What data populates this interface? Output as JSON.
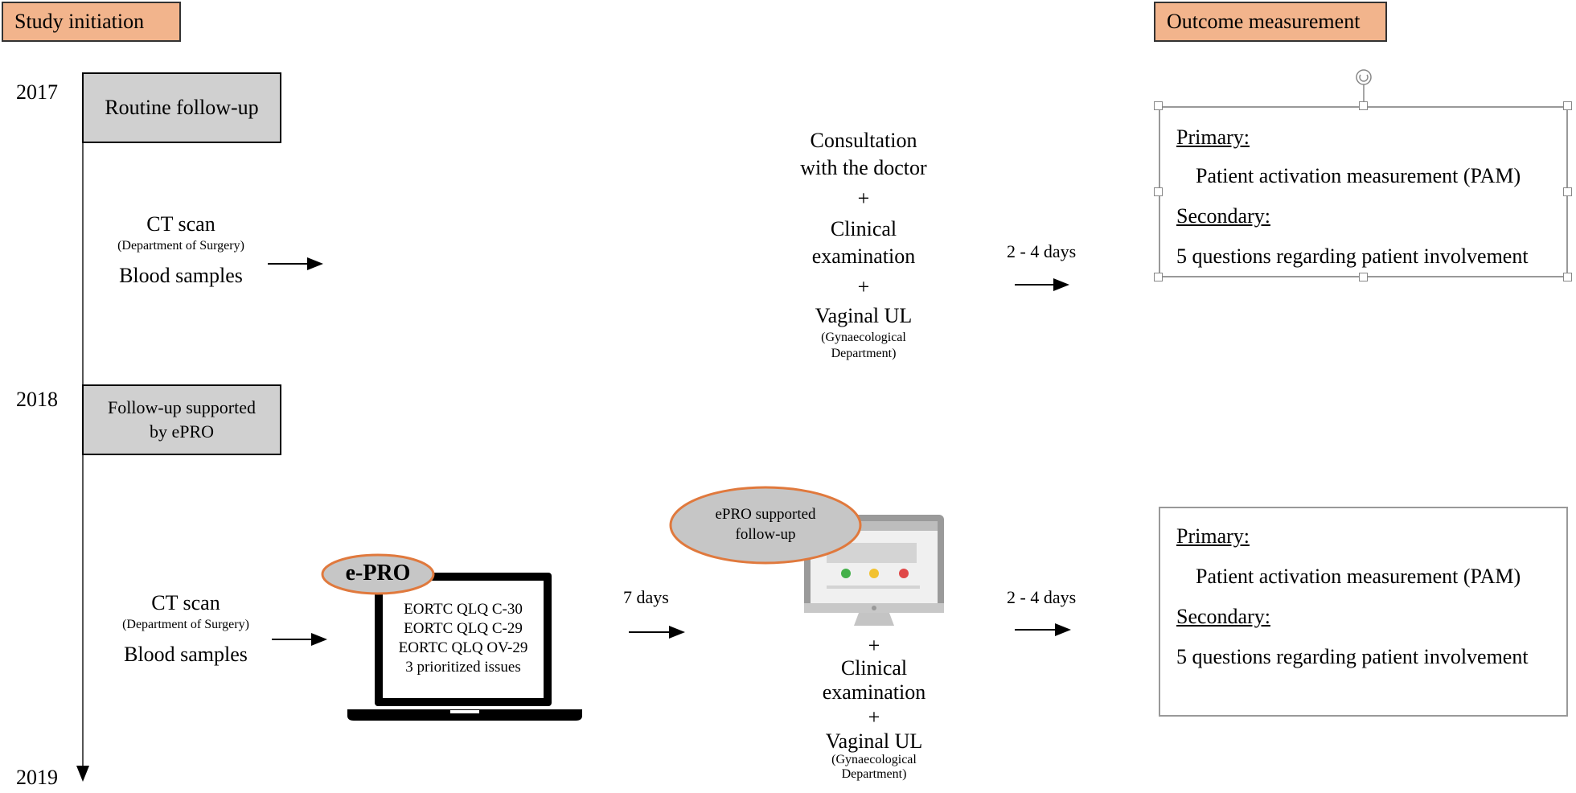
{
  "headers": {
    "study_initiation": "Study initiation",
    "outcome_measurement": "Outcome measurement"
  },
  "years": {
    "y2017": "2017",
    "y2018": "2018",
    "y2019": "2019"
  },
  "phase_boxes": {
    "routine": "Routine follow-up",
    "epro_line1": "Follow-up supported",
    "epro_line2": "by ePRO"
  },
  "routine": {
    "ct_scan": "CT scan",
    "ct_dept": "(Department of Surgery)",
    "blood": "Blood samples",
    "consult1": "Consultation",
    "consult2": "with the doctor",
    "plus": "+",
    "clin1": "Clinical",
    "clin2": "examination",
    "vag": "Vaginal UL",
    "vag_dept1": "(Gynaecological",
    "vag_dept2": "Department)",
    "days": "2 - 4 days"
  },
  "epro": {
    "ct_scan": "CT scan",
    "ct_dept": "(Department of Surgery)",
    "blood": "Blood samples",
    "badge": "e-PRO",
    "questionnaires": [
      "EORTC QLQ C-30",
      "EORTC QLQ C-29",
      "EORTC QLQ OV-29",
      "3 prioritized issues"
    ],
    "days7": "7 days",
    "bubble1": "ePRO supported",
    "bubble2": "follow-up",
    "plus": "+",
    "clin1": "Clinical",
    "clin2": "examination",
    "vag": "Vaginal UL",
    "vag_dept1": "(Gynaecological",
    "vag_dept2": "Department)",
    "days": "2 - 4 days"
  },
  "outcome": {
    "primary_label": "Primary:",
    "primary_text": "Patient activation measurement (PAM)",
    "secondary_label": "Secondary:",
    "secondary_text": "5 questions regarding patient involvement"
  },
  "colors": {
    "header_fill": "#f2b48c",
    "box_fill": "#d0d0d0",
    "badge_stroke": "#e0793d",
    "dot_green": "#44b04a",
    "dot_yellow": "#f2c230",
    "dot_red": "#e04848"
  }
}
